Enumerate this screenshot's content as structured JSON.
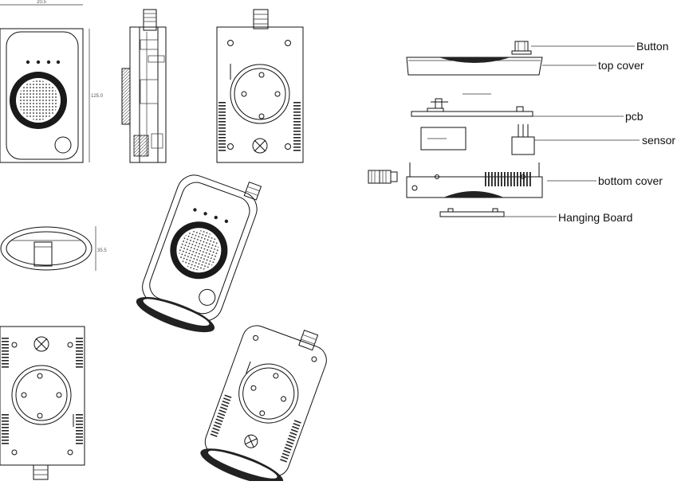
{
  "callouts": [
    {
      "key": "button",
      "text": "Button"
    },
    {
      "key": "top_cover",
      "text": "top cover"
    },
    {
      "key": "pcb",
      "text": "pcb"
    },
    {
      "key": "sensor",
      "text": "sensor"
    },
    {
      "key": "bottom_cover",
      "text": "bottom cover"
    },
    {
      "key": "hanging_board",
      "text": "Hanging Board"
    }
  ],
  "dimensions": {
    "width": "20.5",
    "height": "125.0",
    "depth": "35.5"
  }
}
